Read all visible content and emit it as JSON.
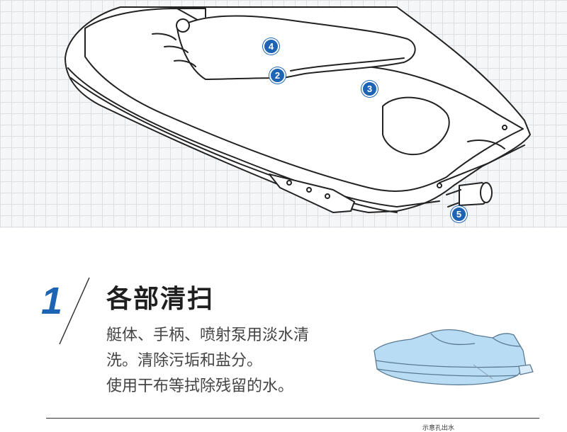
{
  "hero": {
    "markers": [
      {
        "label": "4"
      },
      {
        "label": "2"
      },
      {
        "label": "3"
      },
      {
        "label": "5"
      }
    ]
  },
  "step": {
    "number": "1",
    "title": "各部清扫",
    "lines": [
      "艇体、手柄、喷射泵用淡水清",
      "洗。清除污垢和盐分。",
      "使用干布等拭除残留的水。"
    ]
  },
  "footer": {
    "note": "示意孔出水"
  },
  "colors": {
    "accent": "#1e64b4",
    "grid": "#dcdfe3",
    "thumbnail_tint": "#b9dcf5"
  }
}
